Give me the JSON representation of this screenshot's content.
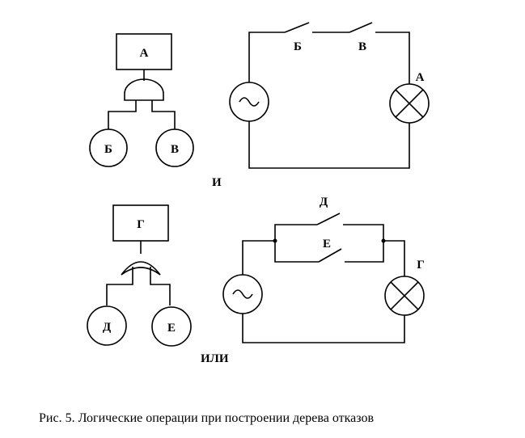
{
  "and_section": {
    "tree": {
      "top_event": "А",
      "basic_events": [
        "Б",
        "В"
      ]
    },
    "circuit": {
      "switch_labels": [
        "Б",
        "В"
      ],
      "lamp_label": "А"
    },
    "operation_label": "И"
  },
  "or_section": {
    "tree": {
      "top_event": "Г",
      "basic_events": [
        "Д",
        "Е"
      ]
    },
    "circuit": {
      "switch_labels": [
        "Д",
        "Е"
      ],
      "lamp_label": "Г"
    },
    "operation_label": "ИЛИ"
  },
  "caption": "Рис. 5. Логические операции при построении дерева отказов"
}
